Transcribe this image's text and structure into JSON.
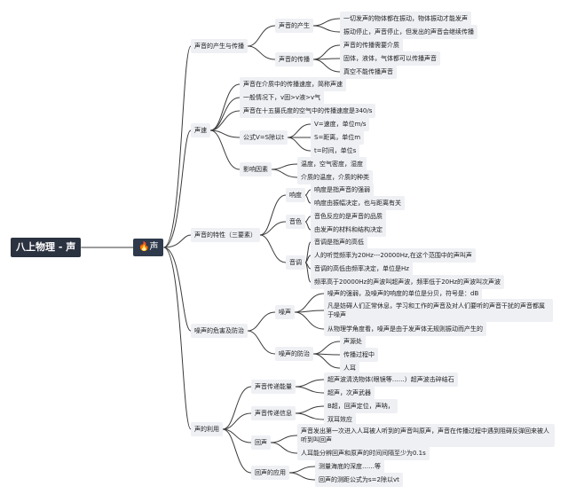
{
  "root": "八上物理 - 声",
  "center": {
    "icon": "fire-icon",
    "label": "声"
  },
  "branches": {
    "b1": {
      "label": "声音的产生与传播",
      "s1": {
        "label": "声音的产生",
        "l1": "一切发声的物体都在振动，物体振动才能发声",
        "l2": "振动停止，声音停止，但发出的声音会继续传播"
      },
      "s2": {
        "label": "声音的传播",
        "l1": "声音的传播需要介质",
        "l2": "固体，液体，气体都可以传播声音",
        "l3": "真空不能传播声音"
      }
    },
    "b2": {
      "label": "声速",
      "l1": "声音在介质中的传播速度，简称声速",
      "l2": "一般情况下，v固>v液>v气",
      "l3": "声音在十五摄氏度的空气中的传播速度是340/s",
      "s1": {
        "label": "公式V=S除以t",
        "l1": "V=速度，单位m/s",
        "l2": "S=距离，单位m",
        "l3": "t=时间，单位s"
      },
      "s2": {
        "label": "影响因素",
        "l1": "温度，空气密度，湿度",
        "l2": "介质的温度，介质的种类"
      }
    },
    "b3": {
      "label": "声音的特性（三要素）",
      "s1": {
        "label": "响度",
        "l1": "响度是指声音的强弱",
        "l2": "响度由振幅决定，也与距离有关"
      },
      "s2": {
        "label": "音色",
        "l1": "音色反应的是声音的品质",
        "l2": "由发声的材料和结构决定"
      },
      "s3": {
        "label": "音调",
        "l1": "音调是指声的高低",
        "l2": "人的听觉频率为20Hz---20000Hz,在这个范围中的声叫声",
        "l3": "音调的高低由频率决定，单位是Hz",
        "l4": "频率高于20000Hz的声波叫超声波，频率低于20Hz的声波叫次声波"
      }
    },
    "b4": {
      "label": "噪声的危害及防治",
      "s1": {
        "label": "噪声",
        "l1": "噪声的强弱，及噪声的响度的单位是分贝，符号是：dB",
        "l2": "凡是妨碍人们正常休息，学习和工作的声音及对人们要听的声音干扰的声音都属于噪声",
        "l3": "从物理学角度看，噪声是由于发声体无规则振动而产生的"
      },
      "s2": {
        "label": "噪声的防治",
        "l1": "声源处",
        "l2": "传播过程中",
        "l3": "人耳"
      }
    },
    "b5": {
      "label": "声的利用",
      "s1": {
        "label": "声音传递能量",
        "l1": "超声波清洗物体(眼镜等……）超声波击碎结石",
        "l2": "超声，次声武器"
      },
      "s2": {
        "label": "声音传递信息",
        "l1": "B超，回声定位，声呐，",
        "l2": "双耳效应"
      },
      "s3": {
        "label": "回声",
        "l1": "声音发出第一次进入人耳被人听到的声音叫原声，声音在传播过程中遇到阻碍反弹回来被人听到叫回声",
        "l2": "人耳能分辨回声和原声的时间间隔至少为0.1s"
      },
      "s4": {
        "label": "回声的应用",
        "l1": "测量海底的深度……等",
        "l2": "回声的测距公式为s=2除以vt"
      }
    }
  }
}
